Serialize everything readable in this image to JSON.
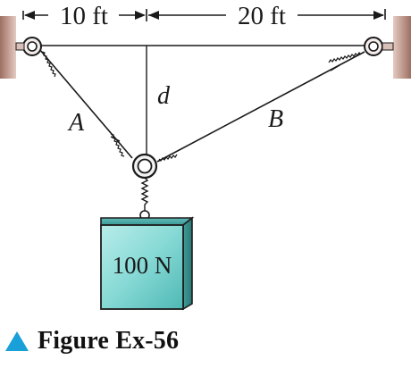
{
  "figure": {
    "dimensions": {
      "left_span": "10 ft",
      "right_span": "20 ft"
    },
    "labels": {
      "cable_a": "A",
      "cable_b": "B",
      "sag": "d"
    },
    "weight": {
      "label": "100 N",
      "fill_color": "#7fd6d2",
      "edge_color": "#1c1c1c"
    },
    "wall_color": "#c9a59a"
  },
  "caption": {
    "text": "Figure Ex-56",
    "marker_color": "#1aa0d8"
  }
}
